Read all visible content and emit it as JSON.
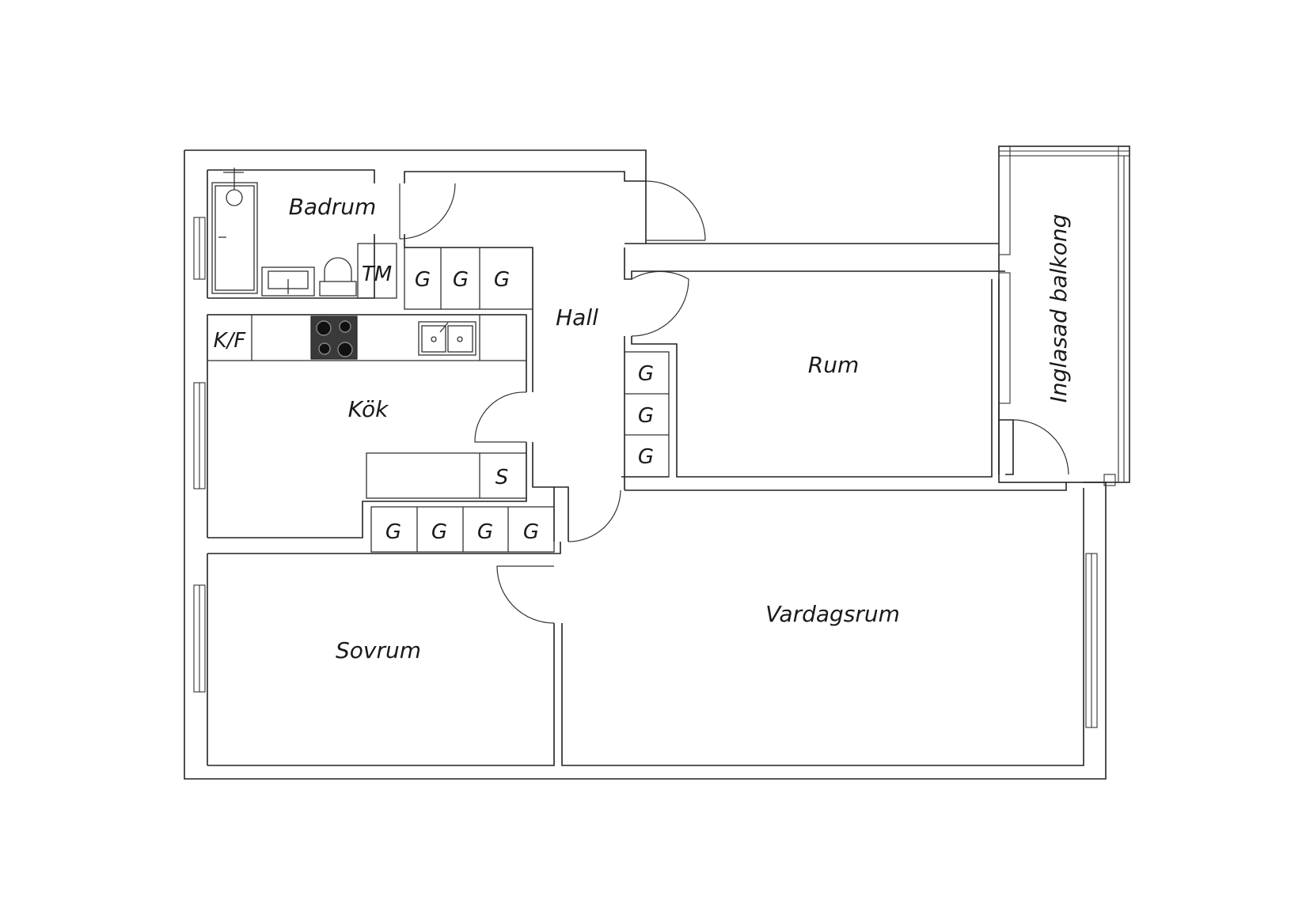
{
  "rooms": {
    "badrum": "Badrum",
    "hall": "Hall",
    "kok": "Kök",
    "rum": "Rum",
    "balkong": "Inglasad balkong",
    "sovrum": "Sovrum",
    "vardagsrum": "Vardagsrum"
  },
  "fixtures": {
    "tvattmaskin": "TM",
    "kyl_frys": "K/F",
    "skap": "S",
    "garderob": "G"
  }
}
